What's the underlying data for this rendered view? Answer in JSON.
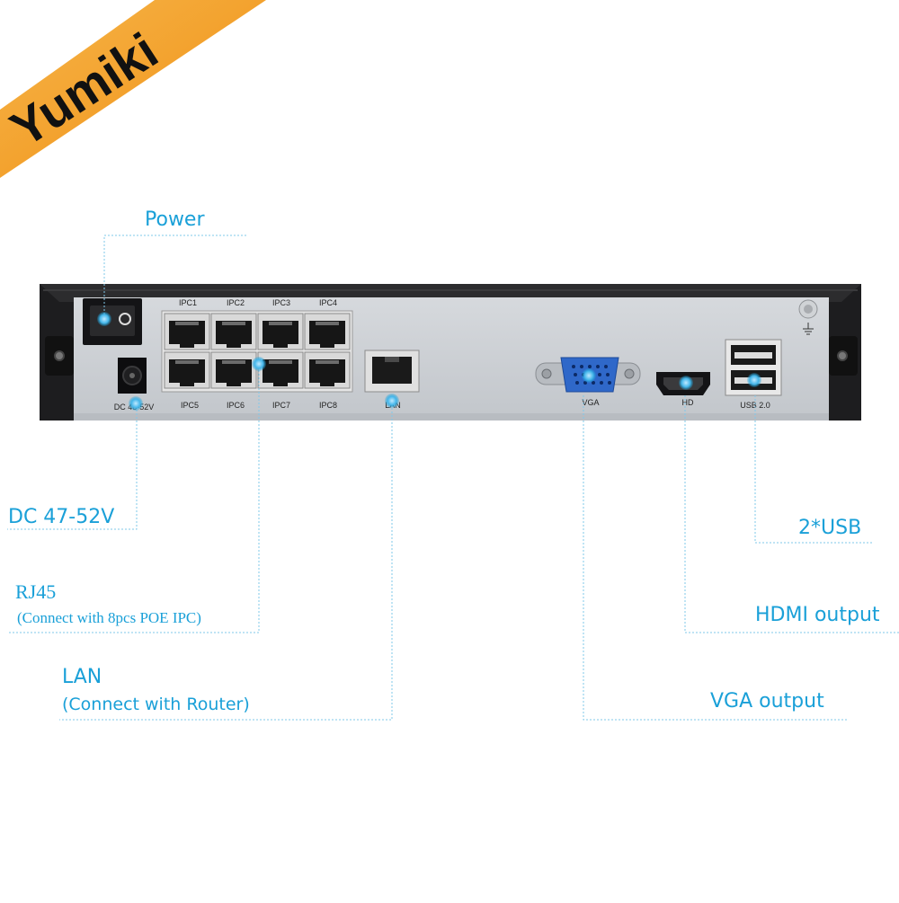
{
  "brand": {
    "name": "Yumiki",
    "color": "#f7a21b"
  },
  "accent_color": "#1aa0d8",
  "device": {
    "port_labels_top": [
      "IPC1",
      "IPC2",
      "IPC3",
      "IPC4"
    ],
    "port_labels_bottom": [
      "IPC5",
      "IPC6",
      "IPC7",
      "IPC8"
    ],
    "dc_label": "DC 48-52V",
    "lan_label": "LAN",
    "vga_label": "VGA",
    "hd_label": "HD",
    "usb_label": "USB 2.0"
  },
  "callouts": {
    "power": "Power",
    "dc": "DC 47-52V",
    "rj45_title": "RJ45",
    "rj45_sub": "(Connect with 8pcs POE IPC)",
    "lan_title": "LAN",
    "lan_sub": "(Connect with Router)",
    "usb": "2*USB",
    "hdmi": "HDMI output",
    "vga": "VGA output"
  }
}
